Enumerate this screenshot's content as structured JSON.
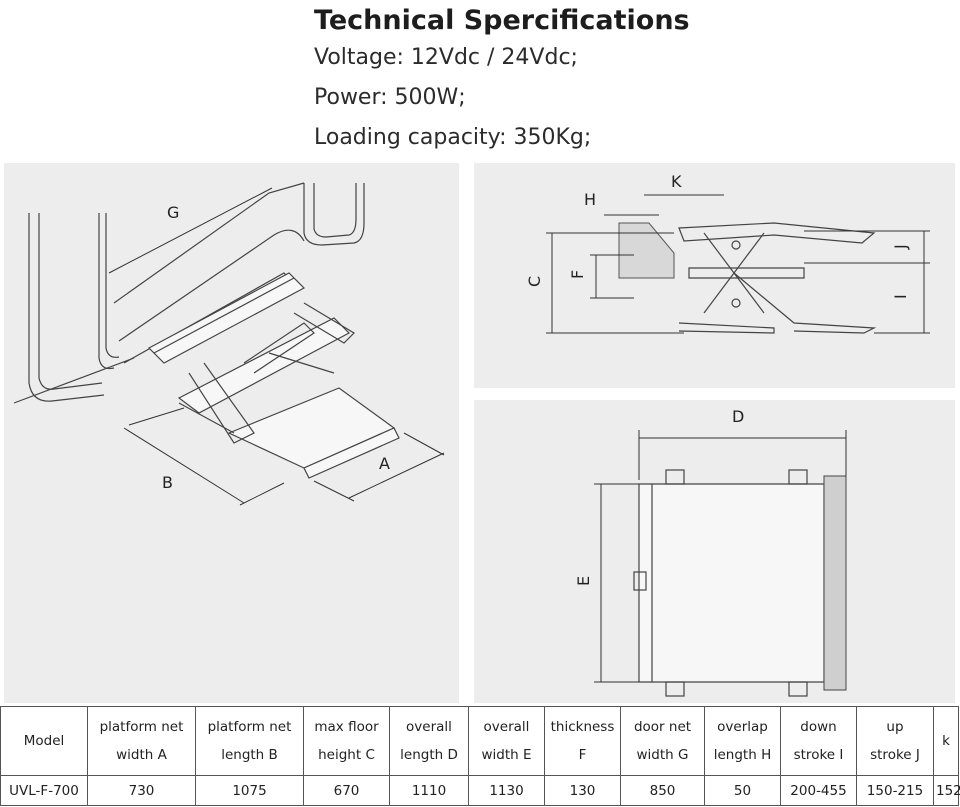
{
  "header": {
    "title": "Technical Spercifications",
    "specs": [
      "Voltage: 12Vdc / 24Vdc;",
      "Power: 500W;",
      "Loading capacity: 350Kg;"
    ]
  },
  "diagrams": {
    "iso": {
      "labels": [
        "G",
        "B",
        "A"
      ]
    },
    "side": {
      "labels": [
        "H",
        "K",
        "C",
        "F",
        "J",
        "I"
      ]
    },
    "top": {
      "labels": [
        "D",
        "E"
      ]
    }
  },
  "table": {
    "headers": [
      [
        "Model"
      ],
      [
        "platform net",
        "width A"
      ],
      [
        "platform net",
        "length B"
      ],
      [
        "max floor",
        "height C"
      ],
      [
        "overall",
        "length D"
      ],
      [
        "overall",
        "width E"
      ],
      [
        "thickness",
        "F"
      ],
      [
        "door net",
        "width G"
      ],
      [
        "overlap",
        "length H"
      ],
      [
        "down",
        "stroke I"
      ],
      [
        "up",
        "stroke J"
      ],
      [
        "k"
      ]
    ],
    "rows": [
      [
        "UVL-F-700",
        "730",
        "1075",
        "670",
        "1110",
        "1130",
        "130",
        "850",
        "50",
        "200-455",
        "150-215",
        "152"
      ]
    ]
  }
}
